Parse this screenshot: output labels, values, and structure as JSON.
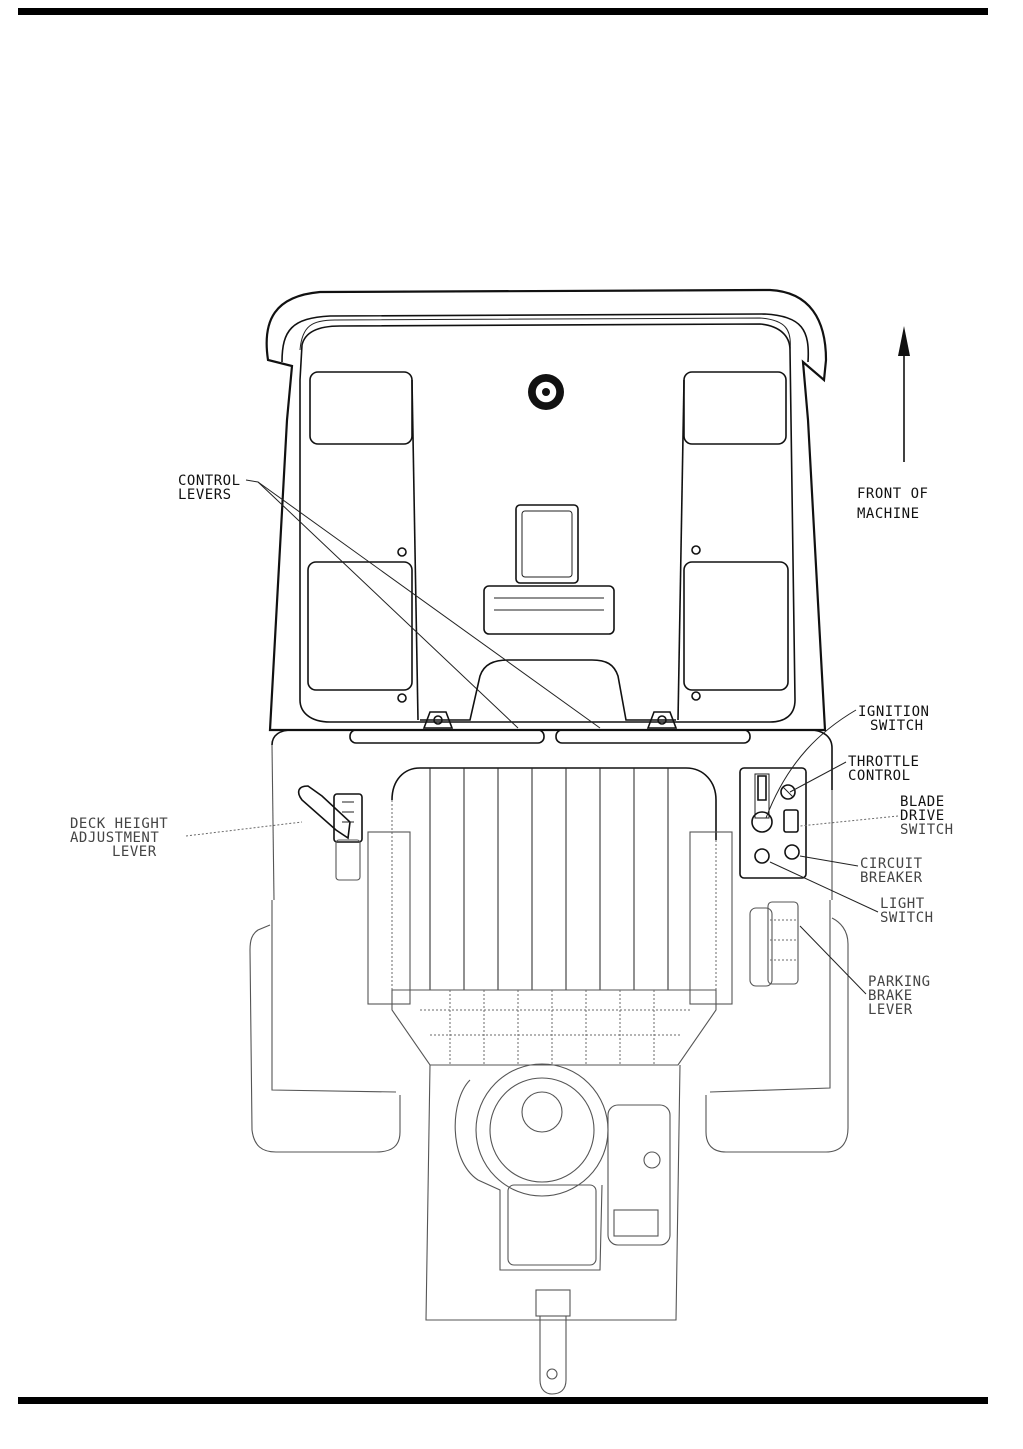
{
  "colors": {
    "ink": "#111111",
    "rule": "#000000",
    "paper": "#ffffff",
    "faded_ink": "#555555"
  },
  "direction_arrow": {
    "icon": "arrow-up-icon",
    "label_lines": [
      "FRONT OF",
      "MACHINE"
    ]
  },
  "callouts": {
    "control_levers": [
      "CONTROL",
      "LEVERS"
    ],
    "deck_height": [
      "DECK HEIGHT",
      "ADJUSTMENT",
      "LEVER"
    ],
    "ignition_switch": [
      "IGNITION",
      "SWITCH"
    ],
    "throttle_control": [
      "THROTTLE",
      "CONTROL"
    ],
    "blade_drive_switch": [
      "BLADE",
      "DRIVE",
      "SWITCH"
    ],
    "circuit_breaker": [
      "CIRCUIT",
      "BREAKER"
    ],
    "light_switch": [
      "LIGHT",
      "SWITCH"
    ],
    "parking_brake": [
      "PARKING",
      "BRAKE",
      "LEVER"
    ]
  }
}
